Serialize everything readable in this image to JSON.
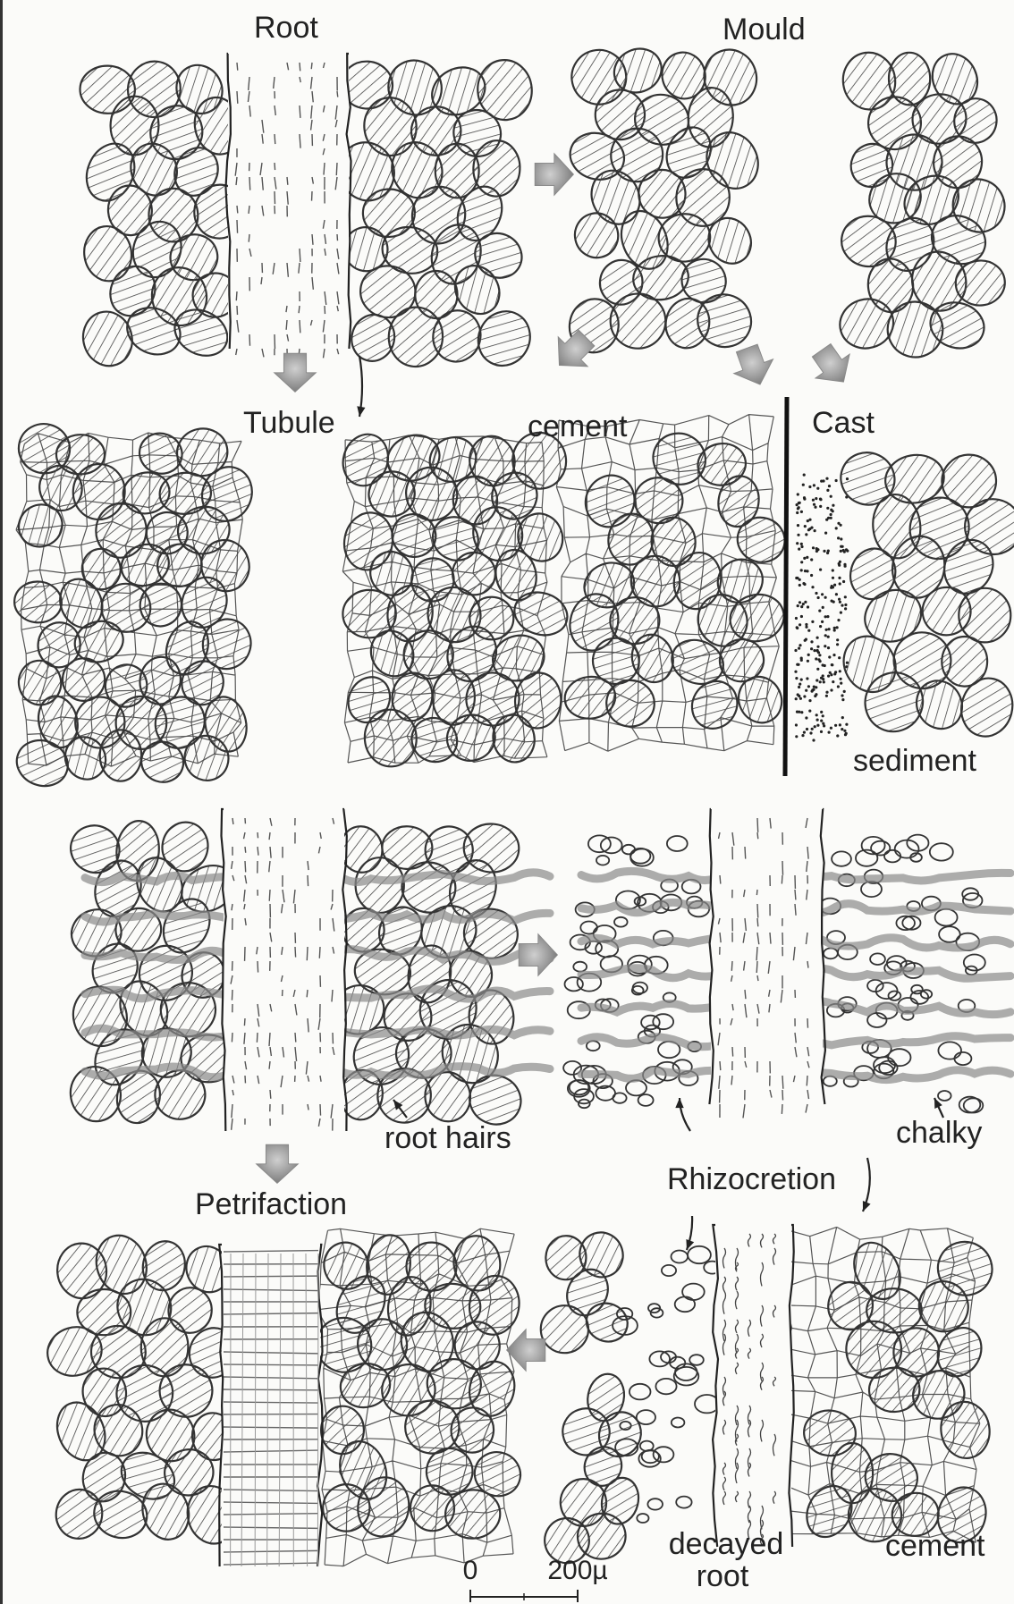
{
  "diagram": {
    "labels": {
      "root": "Root",
      "mould": "Mould",
      "tubule": "Tubule",
      "cement_1": "cement",
      "cast": "Cast",
      "sediment": "sediment",
      "root_hairs": "root hairs",
      "chalky": "chalky",
      "petrifaction": "Petrifaction",
      "rhizocretion": "Rhizocretion",
      "decayed_root_line1": "decayed",
      "decayed_root_line2": "root",
      "cement_2": "cement"
    },
    "scale_bar": {
      "start_label": "0",
      "end_label": "200µ"
    }
  }
}
